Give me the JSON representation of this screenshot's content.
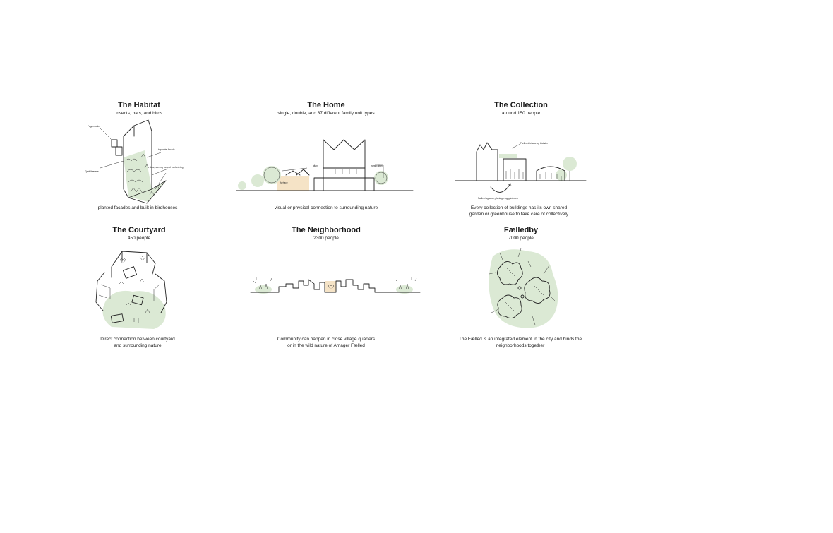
{
  "panels": {
    "habitat": {
      "title": "The Habitat",
      "subtitle": "insects, bats, and birds",
      "caption": "planted facades and built in birdhouses",
      "labels": [
        "Fagermudes",
        "Tjørfelbærsse",
        "beplantet facade",
        "Aroz, sten og varierel beplantning"
      ]
    },
    "home": {
      "title": "The Home",
      "subtitle": "single, double, and 37 different family unit types",
      "caption": "visual or physical connection to surrounding nature",
      "labels": [
        "altan",
        "fransk altan",
        "forhave"
      ]
    },
    "collection": {
      "title": "The Collection",
      "subtitle": "around 150 people",
      "caption_lines": [
        "Every collection of buildings has its own shared",
        "garden or greenhouse to take care of collectively"
      ],
      "labels": [
        "Fælles drivhuse og bistader",
        "Fælles taghaver, plantager og gårdhaver"
      ]
    },
    "courtyard": {
      "title": "The Courtyard",
      "subtitle": "450 people",
      "caption_lines": [
        "Direct connection between courtyard",
        "and surrounding nature"
      ]
    },
    "neighborhood": {
      "title": "The Neighborhood",
      "subtitle": "2300 people",
      "caption_lines": [
        "Community can happen in close village quarters",
        "or in the wild nature of Amager Fælled"
      ]
    },
    "faelledby": {
      "title": "Fælledby",
      "subtitle": "7000 people",
      "caption_lines": [
        "The Fælled is an integrated element in the city and binds the",
        "neighborhoods together"
      ]
    }
  },
  "colors": {
    "green": "#dbe9d4",
    "tan": "#f5e3c6",
    "ink": "#222222"
  }
}
